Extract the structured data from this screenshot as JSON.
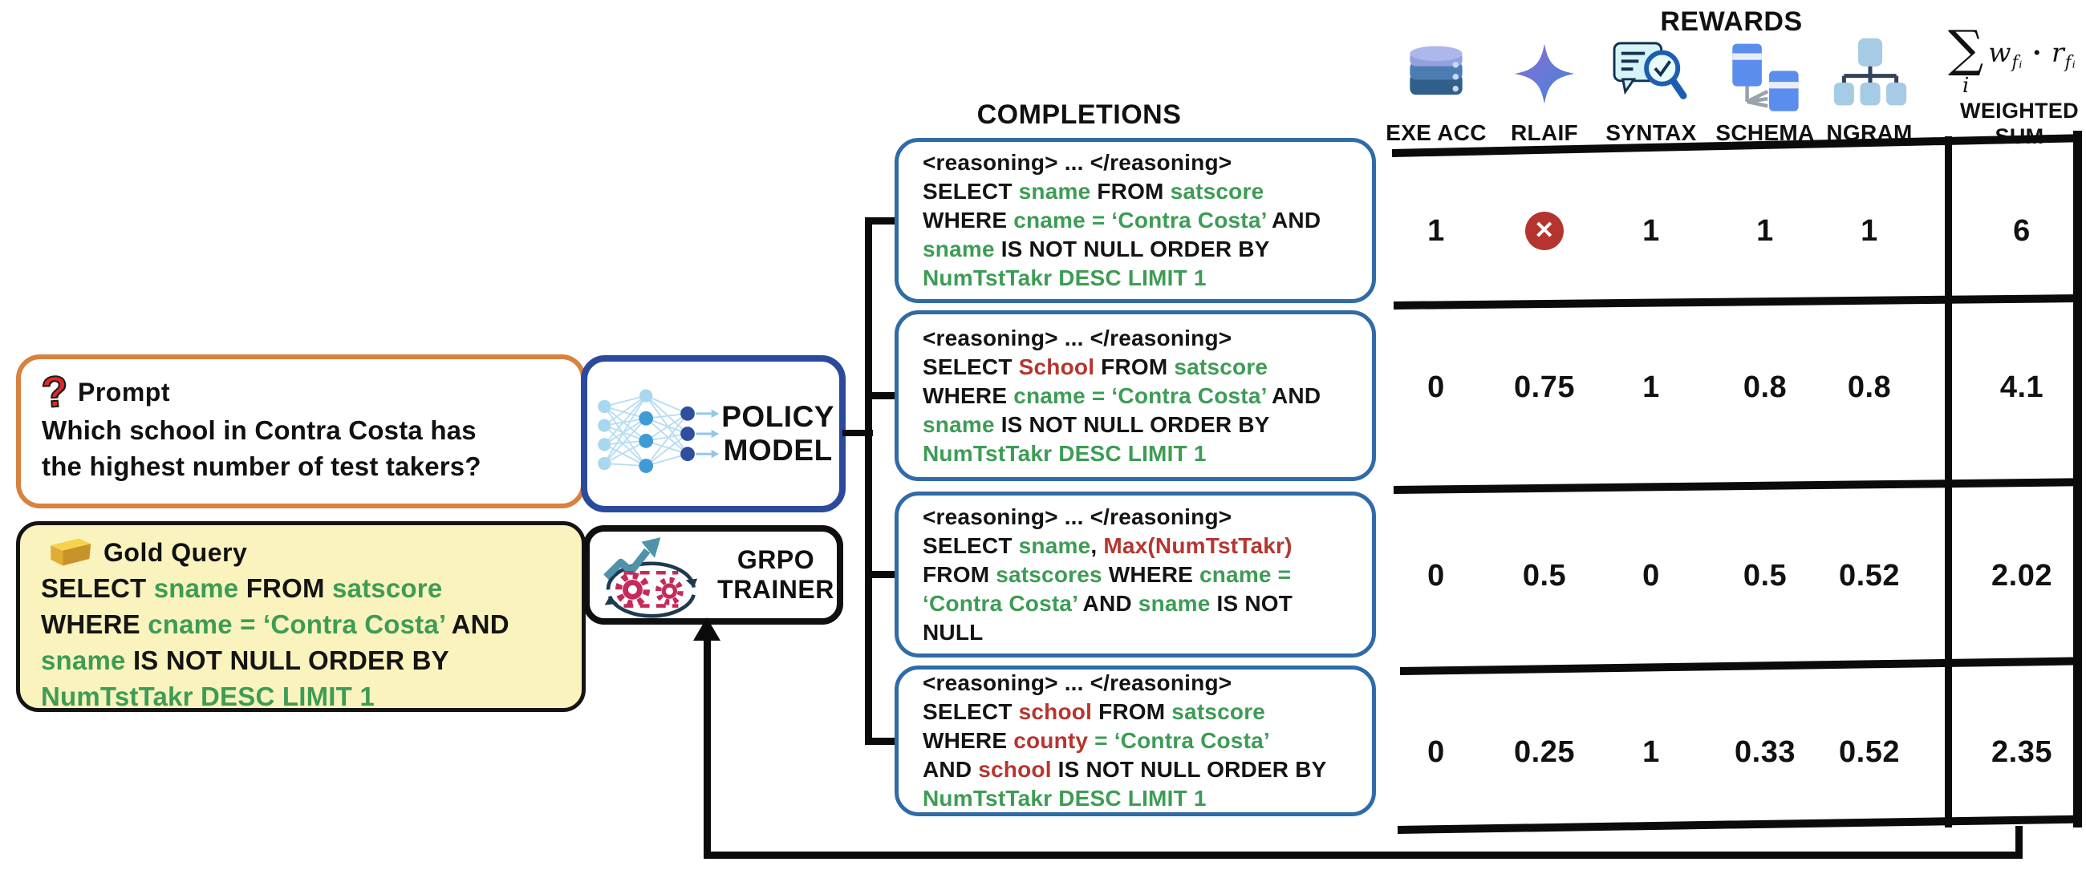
{
  "colors": {
    "green": "#3d9c55",
    "red": "#b6362f",
    "orange_border": "#d9813f",
    "policy_border": "#2b4a9b",
    "completion_border": "#2f6ba7",
    "gold_bg": "#faf3bd",
    "x_circle": "#b5342f"
  },
  "prompt": {
    "title": "Prompt",
    "lines": [
      "Which school in Contra Costa has",
      "the highest number of test takers?"
    ]
  },
  "gold_query": {
    "title": "Gold Query",
    "lines": [
      [
        {
          "t": "SELECT ",
          "c": "k"
        },
        {
          "t": "sname ",
          "c": "g"
        },
        {
          "t": "FROM ",
          "c": "k"
        },
        {
          "t": "satscore",
          "c": "g"
        }
      ],
      [
        {
          "t": "WHERE ",
          "c": "k"
        },
        {
          "t": "cname = ‘Contra Costa’ ",
          "c": "g"
        },
        {
          "t": "AND",
          "c": "k"
        }
      ],
      [
        {
          "t": "sname ",
          "c": "g"
        },
        {
          "t": "IS NOT NULL ORDER BY",
          "c": "k"
        }
      ],
      [
        {
          "t": "NumTstTakr DESC LIMIT 1",
          "c": "g"
        }
      ]
    ]
  },
  "policy_model": {
    "label": [
      "POLICY",
      "MODEL"
    ]
  },
  "grpo_trainer": {
    "label": [
      "GRPO",
      "TRAINER"
    ]
  },
  "completions": {
    "title": "COMPLETIONS",
    "boxes": [
      {
        "lines": [
          [
            {
              "t": "<reasoning> ... </reasoning>",
              "c": "k"
            }
          ],
          [
            {
              "t": "SELECT ",
              "c": "k"
            },
            {
              "t": "sname ",
              "c": "g"
            },
            {
              "t": "FROM ",
              "c": "k"
            },
            {
              "t": "satscore",
              "c": "g"
            }
          ],
          [
            {
              "t": "WHERE ",
              "c": "k"
            },
            {
              "t": "cname = ‘Contra Costa’ ",
              "c": "g"
            },
            {
              "t": "AND",
              "c": "k"
            }
          ],
          [
            {
              "t": "sname ",
              "c": "g"
            },
            {
              "t": "IS NOT NULL ORDER BY",
              "c": "k"
            }
          ],
          [
            {
              "t": "NumTstTakr DESC LIMIT 1",
              "c": "g"
            }
          ]
        ]
      },
      {
        "lines": [
          [
            {
              "t": "<reasoning> ... </reasoning>",
              "c": "k"
            }
          ],
          [
            {
              "t": "SELECT ",
              "c": "k"
            },
            {
              "t": "School ",
              "c": "r"
            },
            {
              "t": "FROM ",
              "c": "k"
            },
            {
              "t": "satscore",
              "c": "g"
            }
          ],
          [
            {
              "t": "WHERE ",
              "c": "k"
            },
            {
              "t": "cname = ‘Contra Costa’ ",
              "c": "g"
            },
            {
              "t": "AND",
              "c": "k"
            }
          ],
          [
            {
              "t": "sname ",
              "c": "g"
            },
            {
              "t": "IS NOT NULL ORDER BY",
              "c": "k"
            }
          ],
          [
            {
              "t": "NumTstTakr DESC LIMIT 1",
              "c": "g"
            }
          ]
        ]
      },
      {
        "lines": [
          [
            {
              "t": "<reasoning> ... </reasoning>",
              "c": "k"
            }
          ],
          [
            {
              "t": "SELECT ",
              "c": "k"
            },
            {
              "t": "sname",
              "c": "g"
            },
            {
              "t": ", ",
              "c": "k"
            },
            {
              "t": "Max(NumTstTakr)",
              "c": "r"
            }
          ],
          [
            {
              "t": "FROM ",
              "c": "k"
            },
            {
              "t": "satscores ",
              "c": "g"
            },
            {
              "t": "WHERE ",
              "c": "k"
            },
            {
              "t": "cname =",
              "c": "g"
            }
          ],
          [
            {
              "t": "‘Contra Costa’ ",
              "c": "g"
            },
            {
              "t": "AND ",
              "c": "k"
            },
            {
              "t": "sname ",
              "c": "g"
            },
            {
              "t": "IS NOT",
              "c": "k"
            }
          ],
          [
            {
              "t": "NULL",
              "c": "k"
            }
          ]
        ]
      },
      {
        "lines": [
          [
            {
              "t": "<reasoning> ... </reasoning>",
              "c": "k"
            }
          ],
          [
            {
              "t": "SELECT ",
              "c": "k"
            },
            {
              "t": "school ",
              "c": "r"
            },
            {
              "t": "FROM ",
              "c": "k"
            },
            {
              "t": "satscore",
              "c": "g"
            }
          ],
          [
            {
              "t": "WHERE ",
              "c": "k"
            },
            {
              "t": "county ",
              "c": "r"
            },
            {
              "t": "= ‘Contra Costa’",
              "c": "g"
            }
          ],
          [
            {
              "t": "AND ",
              "c": "k"
            },
            {
              "t": "school ",
              "c": "r"
            },
            {
              "t": "IS NOT NULL ORDER BY",
              "c": "k"
            }
          ],
          [
            {
              "t": "NumTstTakr DESC LIMIT 1",
              "c": "g"
            }
          ]
        ]
      }
    ]
  },
  "rewards": {
    "title": "REWARDS",
    "columns": [
      {
        "label": "EXE ACC",
        "icon": "database-icon"
      },
      {
        "label": "RLAIF",
        "icon": "sparkle-icon"
      },
      {
        "label": "SYNTAX",
        "icon": "syntax-check-icon"
      },
      {
        "label": "SCHEMA",
        "icon": "schema-icon"
      },
      {
        "label": "NGRAM",
        "icon": "ngram-tree-icon"
      }
    ],
    "weighted_sum": {
      "label": [
        "WEIGHTED",
        "SUM"
      ],
      "formula": {
        "sigma": "∑",
        "index": "i",
        "w": "w",
        "w_sub": "fᵢ",
        "dot": "·",
        "r": "r",
        "r_sub": "fᵢ"
      }
    },
    "rows": [
      {
        "values": [
          "1",
          "X",
          "1",
          "1",
          "1"
        ],
        "weighted_sum": "6"
      },
      {
        "values": [
          "0",
          "0.75",
          "1",
          "0.8",
          "0.8"
        ],
        "weighted_sum": "4.1"
      },
      {
        "values": [
          "0",
          "0.5",
          "0",
          "0.5",
          "0.52"
        ],
        "weighted_sum": "2.02"
      },
      {
        "values": [
          "0",
          "0.25",
          "1",
          "0.33",
          "0.52"
        ],
        "weighted_sum": "2.35"
      }
    ]
  },
  "chart_data": {
    "type": "table",
    "title": "REWARDS",
    "categories": [
      "EXE ACC",
      "RLAIF",
      "SYNTAX",
      "SCHEMA",
      "NGRAM",
      "WEIGHTED SUM"
    ],
    "series": [
      {
        "name": "completion-1",
        "values": [
          1,
          null,
          1,
          1,
          1,
          6
        ]
      },
      {
        "name": "completion-2",
        "values": [
          0,
          0.75,
          1,
          0.8,
          0.8,
          4.1
        ]
      },
      {
        "name": "completion-3",
        "values": [
          0,
          0.5,
          0,
          0.5,
          0.52,
          2.02
        ]
      },
      {
        "name": "completion-4",
        "values": [
          0,
          0.25,
          1,
          0.33,
          0.52,
          2.35
        ]
      }
    ],
    "notes": "completion-1 RLAIF cell shows a red cross-circle icon instead of a number"
  }
}
